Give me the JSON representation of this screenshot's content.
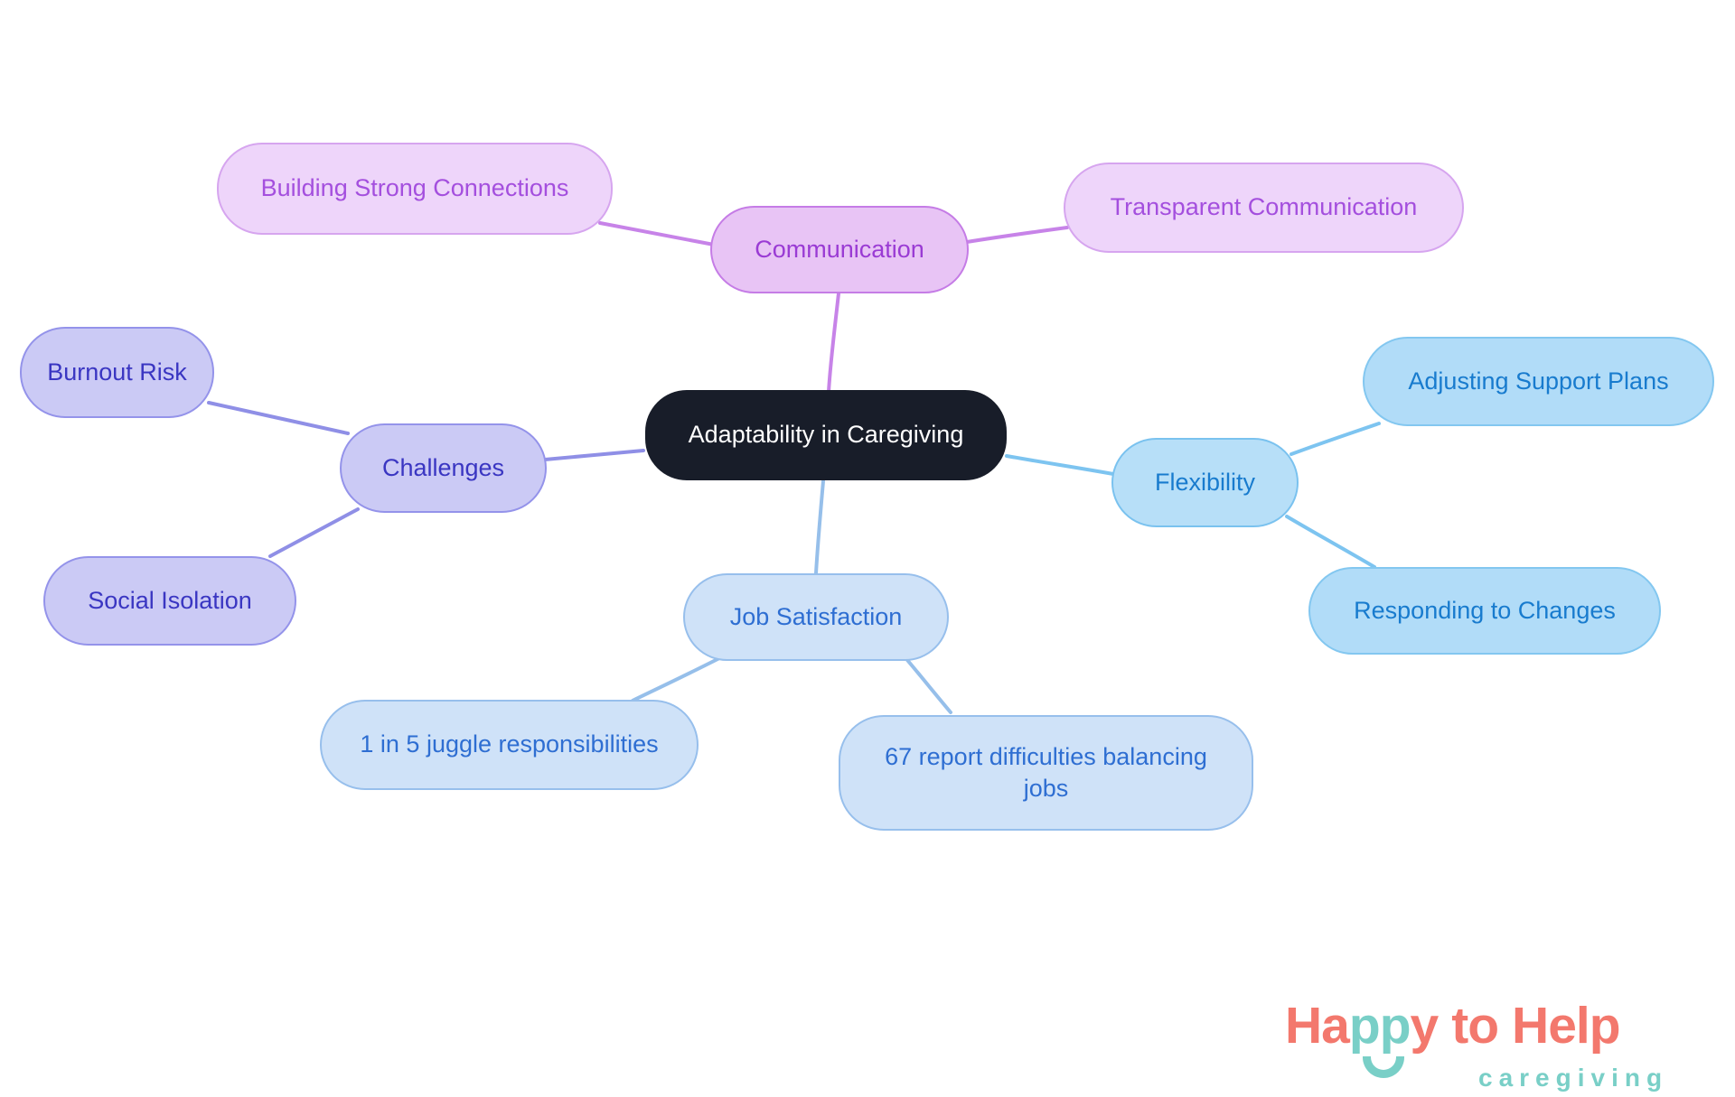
{
  "structure": {
    "central": "Adaptability in Caregiving",
    "branches": [
      {
        "label": "Communication",
        "children": [
          "Building Strong Connections",
          "Transparent Communication"
        ]
      },
      {
        "label": "Challenges",
        "children": [
          "Burnout Risk",
          "Social Isolation"
        ]
      },
      {
        "label": "Flexibility",
        "children": [
          "Adjusting Support Plans",
          "Responding to Changes"
        ]
      },
      {
        "label": "Job Satisfaction",
        "children": [
          "1 in 5 juggle responsibilities",
          "67 report difficulties balancing jobs"
        ]
      }
    ]
  },
  "logo": {
    "ha": "Ha",
    "pp": "pp",
    "y": "y",
    "to": "to",
    "help": "Help",
    "subtitle": "caregiving"
  },
  "palette": {
    "background": "#ffffff",
    "central_bg": "#181d29",
    "central_text": "#ffffff",
    "comm_fill": "#e8c4f5",
    "comm_border": "#c57ce6",
    "comm_text": "#9a3bd4",
    "comm_line": "#c783e8",
    "comm_child_fill": "#eed5fa",
    "comm_child_border": "#d6a5ef",
    "comm_child_text": "#a44fde",
    "chal_fill": "#cbcaf5",
    "chal_border": "#9493ea",
    "chal_text": "#3a36c2",
    "chal_line": "#8f8fe6",
    "flex_fill": "#b7dff8",
    "flex_border": "#7ac2ef",
    "flex_text": "#187bce",
    "flex_line": "#7dc4f0",
    "flex_child_fill": "#b1dcf8",
    "flex_child_border": "#83c7f0",
    "job_fill": "#cfe2f8",
    "job_border": "#97bfec",
    "job_text": "#2e6ed2",
    "job_line": "#96bfea",
    "logo_coral": "#f3786d",
    "logo_teal": "#79cfc7"
  }
}
